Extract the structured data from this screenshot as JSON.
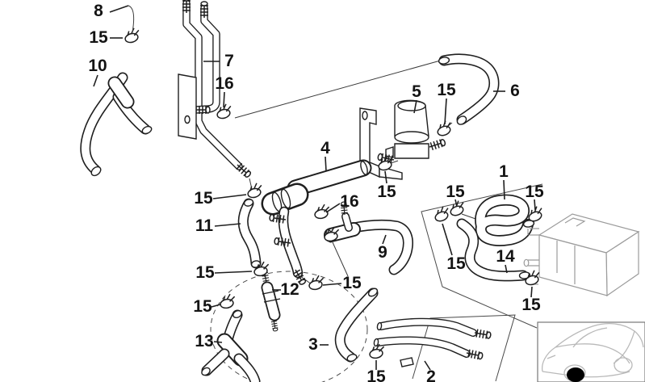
{
  "figure": {
    "kind": "exploded-parts-diagram",
    "description": "Line-art technical diagram of heater water hoses, pipes, valve and clamps with numbered callouts, location car inset bottom-right",
    "colors": {
      "background": "#ffffff",
      "line": "#1f1f1f",
      "muted_gray": "#9b9b9b",
      "marker": "#000000"
    }
  },
  "callouts": [
    {
      "text": "8"
    },
    {
      "text": "15"
    },
    {
      "text": "10"
    },
    {
      "text": "7"
    },
    {
      "text": "16"
    },
    {
      "text": "5"
    },
    {
      "text": "15"
    },
    {
      "text": "6"
    },
    {
      "text": "4"
    },
    {
      "text": "15"
    },
    {
      "text": "15"
    },
    {
      "text": "1"
    },
    {
      "text": "15"
    },
    {
      "text": "15"
    },
    {
      "text": "16"
    },
    {
      "text": "11"
    },
    {
      "text": "9"
    },
    {
      "text": "14"
    },
    {
      "text": "15"
    },
    {
      "text": "12"
    },
    {
      "text": "15"
    },
    {
      "text": "15"
    },
    {
      "text": "15"
    },
    {
      "text": "13"
    },
    {
      "text": "3"
    },
    {
      "text": "15"
    },
    {
      "text": "15"
    },
    {
      "text": "2"
    }
  ],
  "inset": {
    "role": "vehicle-location-indicator",
    "marker_color": "#000000"
  }
}
